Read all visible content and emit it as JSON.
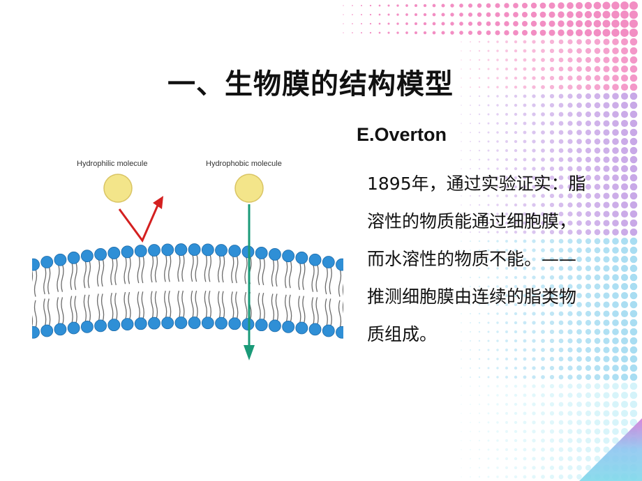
{
  "slide": {
    "title": "一、生物膜的结构模型",
    "author": "E.Overton",
    "paragraph_lines": [
      "1895年，通过实验证实：脂",
      "溶性的物质能通过细胞膜，",
      "而水溶性的物质不能。——",
      "推测细胞膜由连续的脂类物",
      "质组成。"
    ]
  },
  "figure": {
    "hydrophilic_label": "Hydrophilic molecule",
    "hydrophobic_label": "Hydrophobic molecule",
    "colors": {
      "molecule": "#f3e58a",
      "head": "#2f8fd6",
      "tail": "#6b6b6b",
      "reflect_arrow": "#d42020",
      "pass_arrow": "#1a9a78"
    }
  },
  "decoration": {
    "colors": [
      "#f07ab8",
      "#b98fe0",
      "#8fd3ee",
      "#c8f0f8"
    ]
  }
}
